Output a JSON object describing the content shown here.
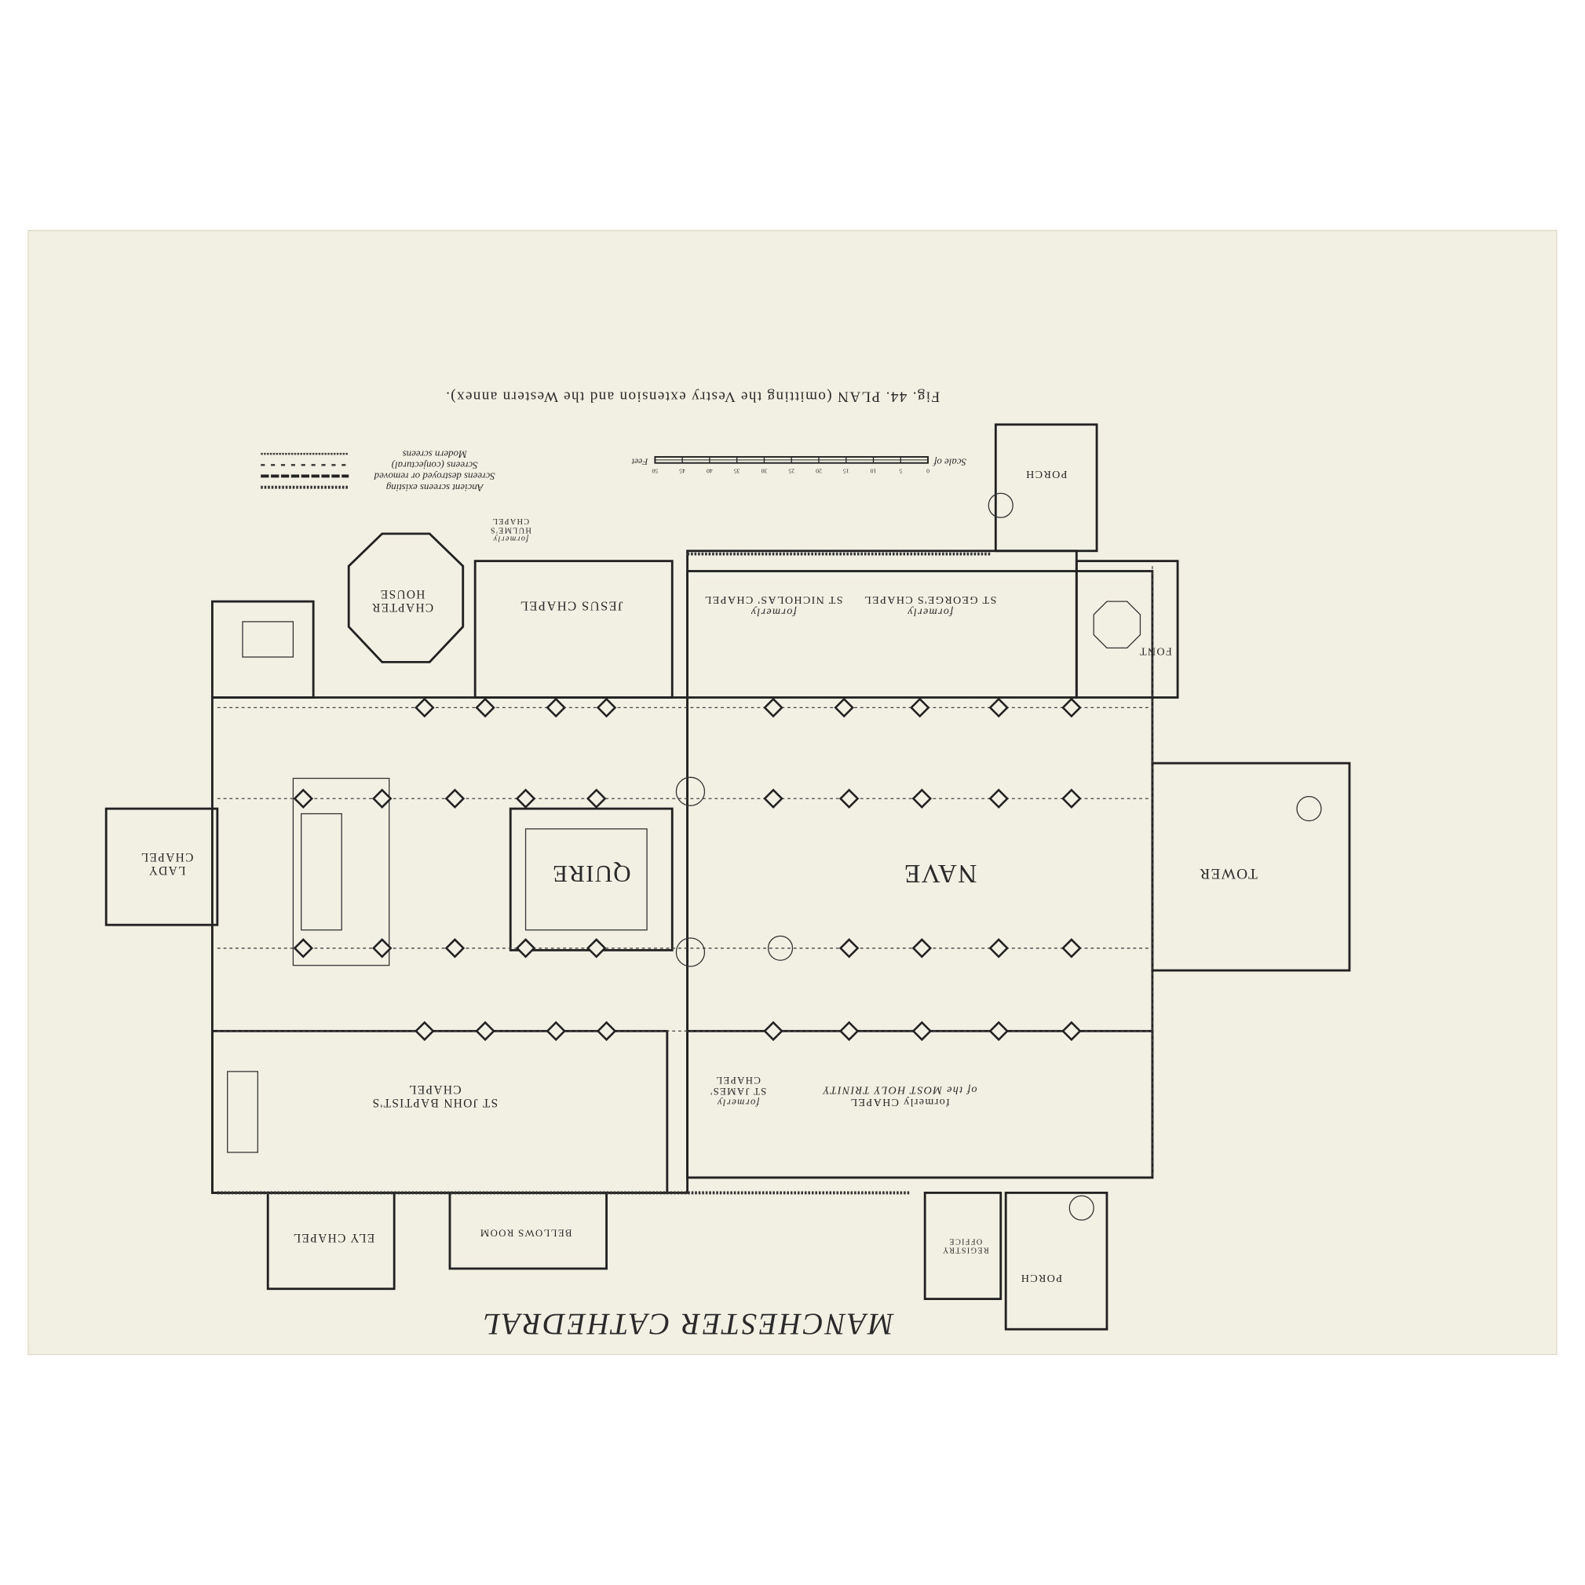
{
  "title": "MANCHESTER CATHEDRAL",
  "caption": "Fig. 44.   PLAN (omitting the Vestry extension and the Western annex).",
  "scale": {
    "label": "Scale of",
    "unit": "Feet",
    "ticks": [
      "0",
      "5",
      "10",
      "15",
      "20",
      "25",
      "30",
      "35",
      "40",
      "45",
      "50"
    ]
  },
  "legend": [
    "Ancient screens existing",
    "Screens destroyed or removed",
    "Screens (conjectural)",
    "Modern screens"
  ],
  "rooms": {
    "nave": "NAVE",
    "quire": "QUIRE",
    "tower": "TOWER",
    "font": "FONT",
    "porch_north": "PORCH",
    "porch_south": "PORCH",
    "lady_chapel": [
      "LADY",
      "CHAPEL"
    ],
    "chapter_house": [
      "CHAPTER",
      "HOUSE"
    ],
    "jesus_chapel": "JESUS CHAPEL",
    "hulmes_chapel": [
      "formerly",
      "HULME'S",
      "CHAPEL"
    ],
    "st_nicholas": [
      "formerly",
      "ST NICHOLAS' CHAPEL"
    ],
    "st_george": [
      "formerly",
      "ST GEORGE'S CHAPEL"
    ],
    "st_john": [
      "ST JOHN BAPTIST'S",
      "CHAPEL"
    ],
    "st_james": [
      "formerly",
      "ST JAMES'",
      "CHAPEL"
    ],
    "trinity": [
      "formerly CHAPEL",
      "of the MOST HOLY TRINITY"
    ],
    "ely_chapel": "ELY CHAPEL",
    "bellows_room": "BELLOWS ROOM",
    "registry": [
      "REGISTRY",
      "OFFICE"
    ]
  }
}
